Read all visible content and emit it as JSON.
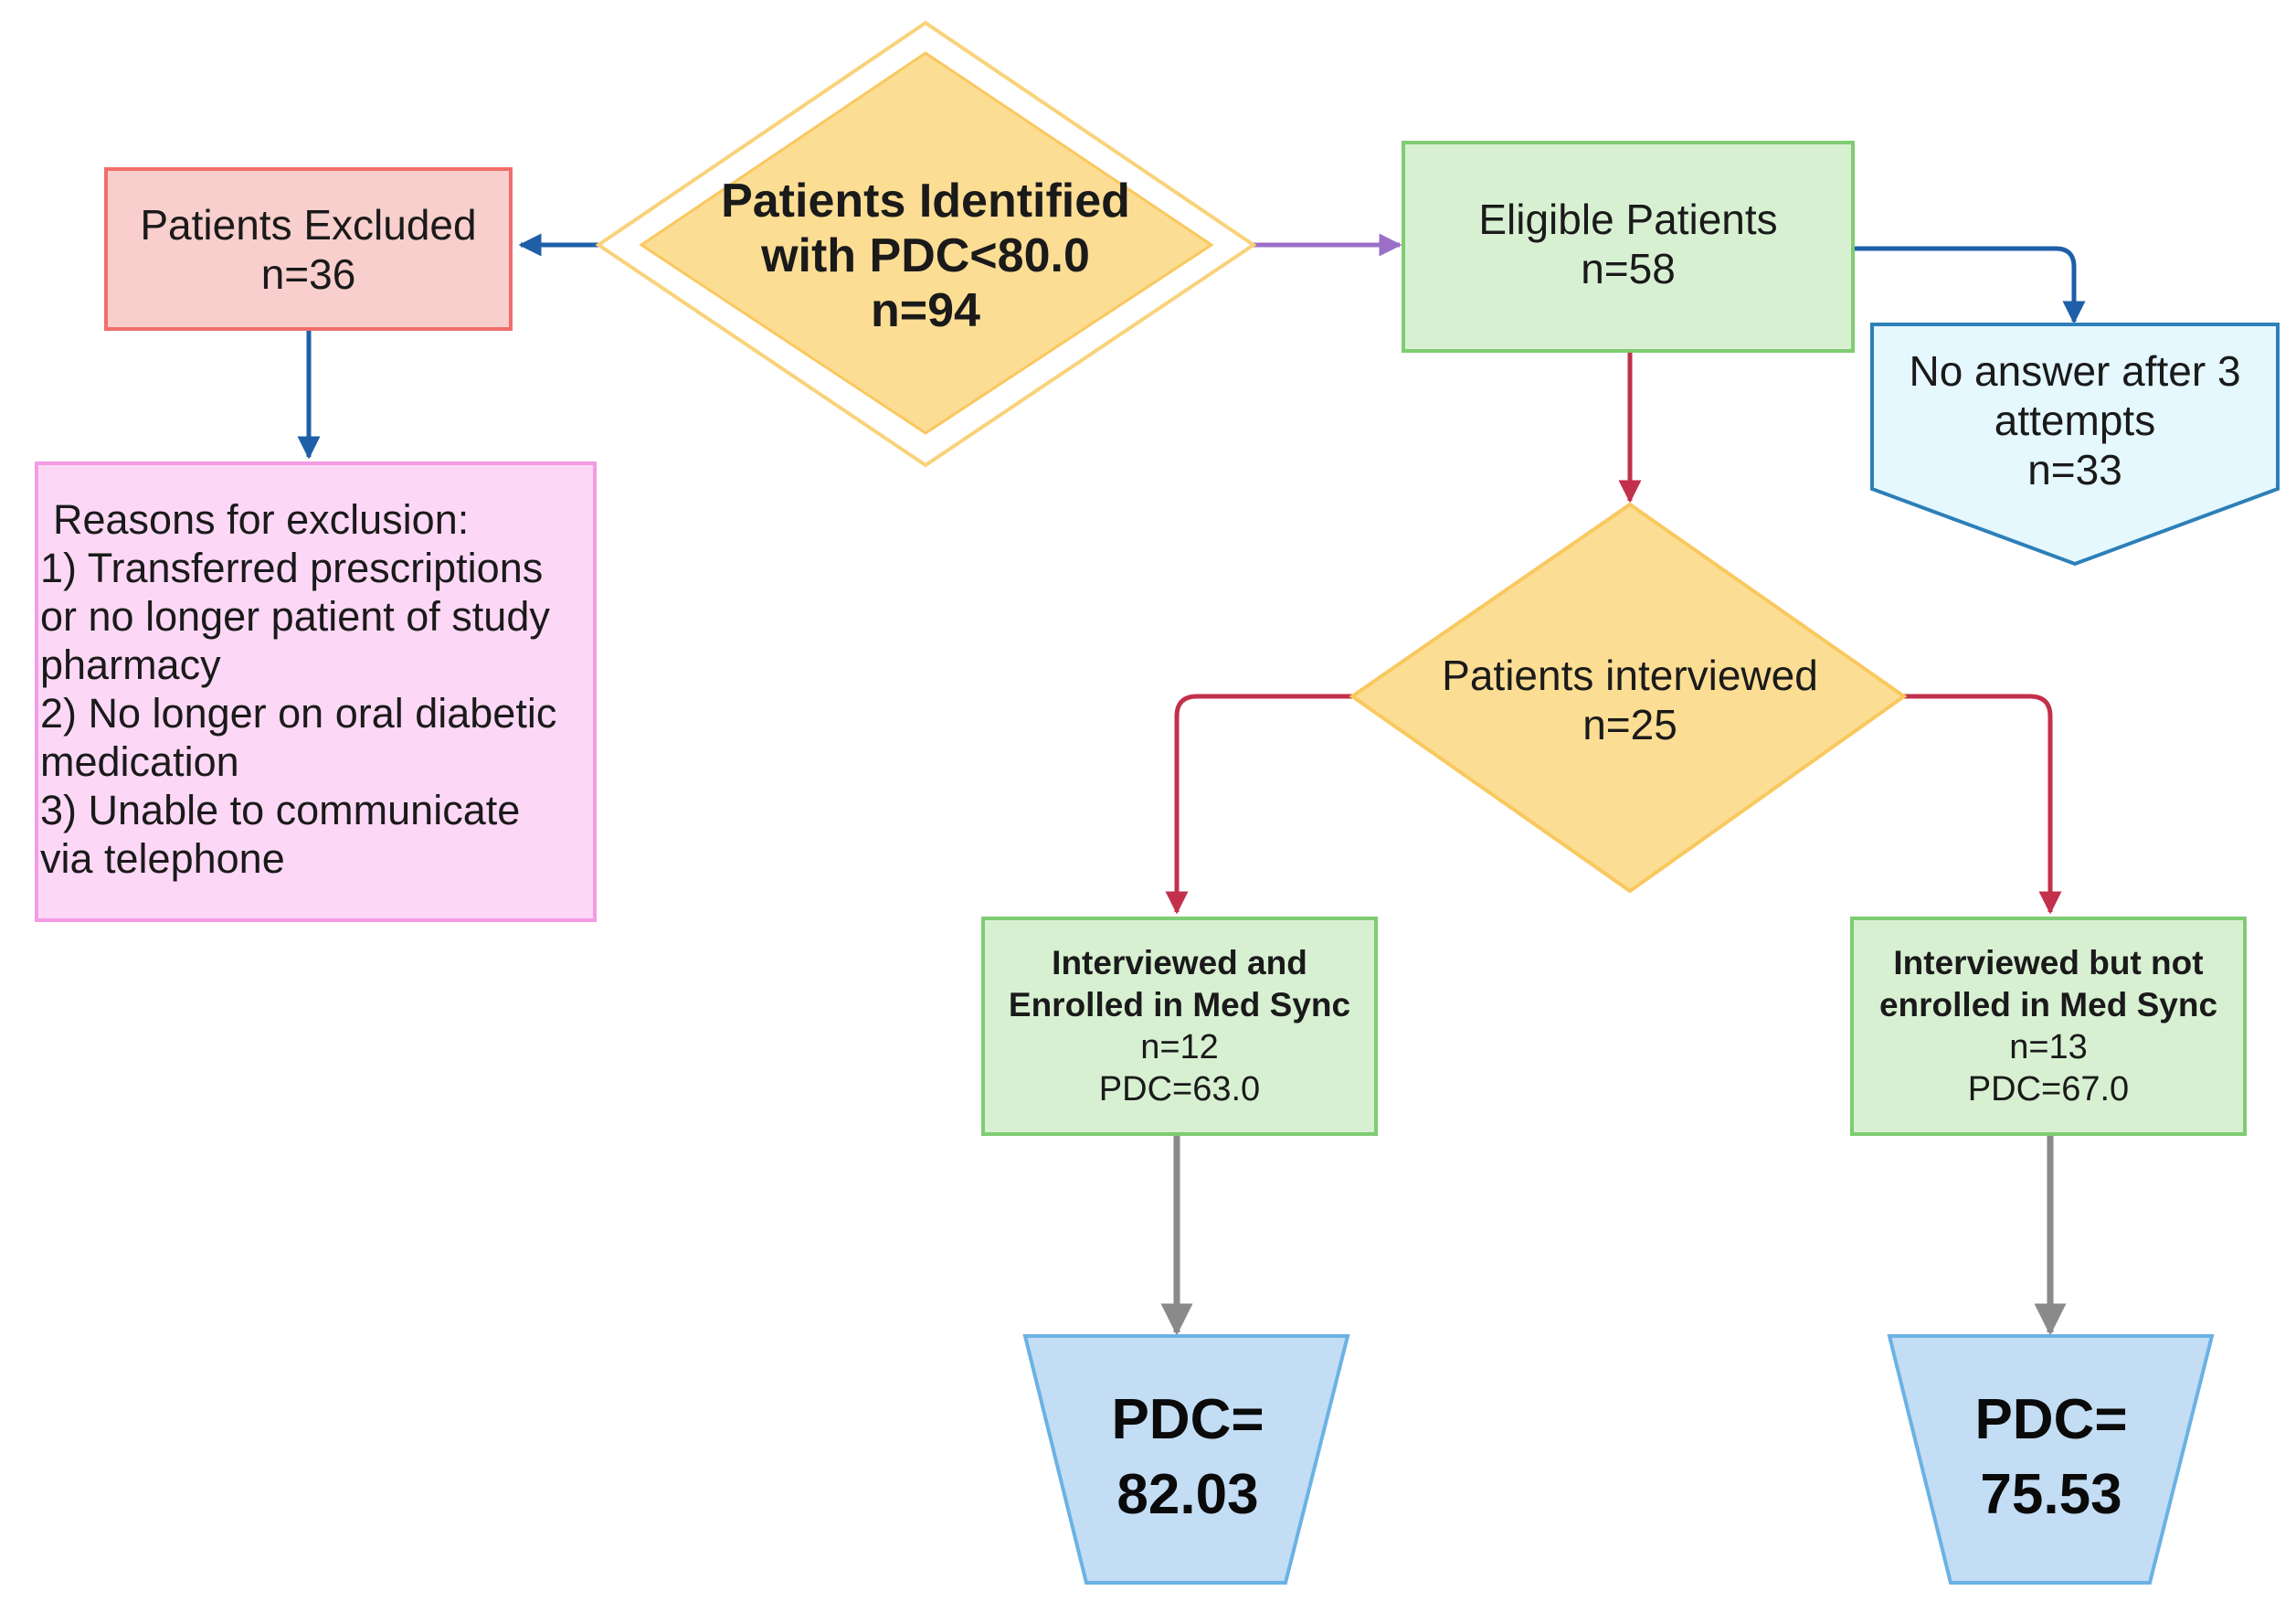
{
  "colors": {
    "excluded_fill": "#f8cfcd",
    "excluded_border": "#f16e68",
    "reasons_fill": "#fdd8f6",
    "reasons_border": "#f39be3",
    "decision_fill": "#fcdd94",
    "decision_border": "#f9c85f",
    "eligible_fill": "#d7f0d2",
    "eligible_border": "#7fcc73",
    "no_answer_fill": "#e4f8fd",
    "no_answer_border": "#2d7fb8",
    "result_fill": "#c3ddf4",
    "result_border": "#6bb2e4",
    "arrow_blue": "#1f5fa8",
    "arrow_purple": "#9b6fc8",
    "arrow_red": "#c2304b",
    "arrow_gray": "#8a8a8a"
  },
  "nodes": {
    "identified": {
      "line1": "Patients Identified",
      "line2": "with PDC<80.0",
      "line3": "n=94"
    },
    "excluded": {
      "label": "Patients Excluded",
      "count": "n=36"
    },
    "reasons": {
      "title": "Reasons for exclusion:",
      "lines": [
        "1) Transferred prescriptions",
        "or no longer patient of study",
        "pharmacy",
        "2) No longer on oral diabetic",
        "medication",
        "3) Unable to communicate",
        "via telephone"
      ]
    },
    "eligible": {
      "label": "Eligible Patients",
      "count": "n=58"
    },
    "no_answer": {
      "line1": "No answer after 3",
      "line2": "attempts",
      "count": "n=33"
    },
    "interviewed": {
      "label": "Patients interviewed",
      "count": "n=25"
    },
    "enrolled": {
      "line1": "Interviewed and",
      "line2": "Enrolled in Med Sync",
      "count": "n=12",
      "pdc": "PDC=63.0"
    },
    "not_enrolled": {
      "line1": "Interviewed but not",
      "line2": "enrolled in Med Sync",
      "count": "n=13",
      "pdc": "PDC=67.0"
    },
    "result_enrolled": {
      "label": "PDC=",
      "value": "82.03"
    },
    "result_not_enrolled": {
      "label": "PDC=",
      "value": "75.53"
    }
  }
}
